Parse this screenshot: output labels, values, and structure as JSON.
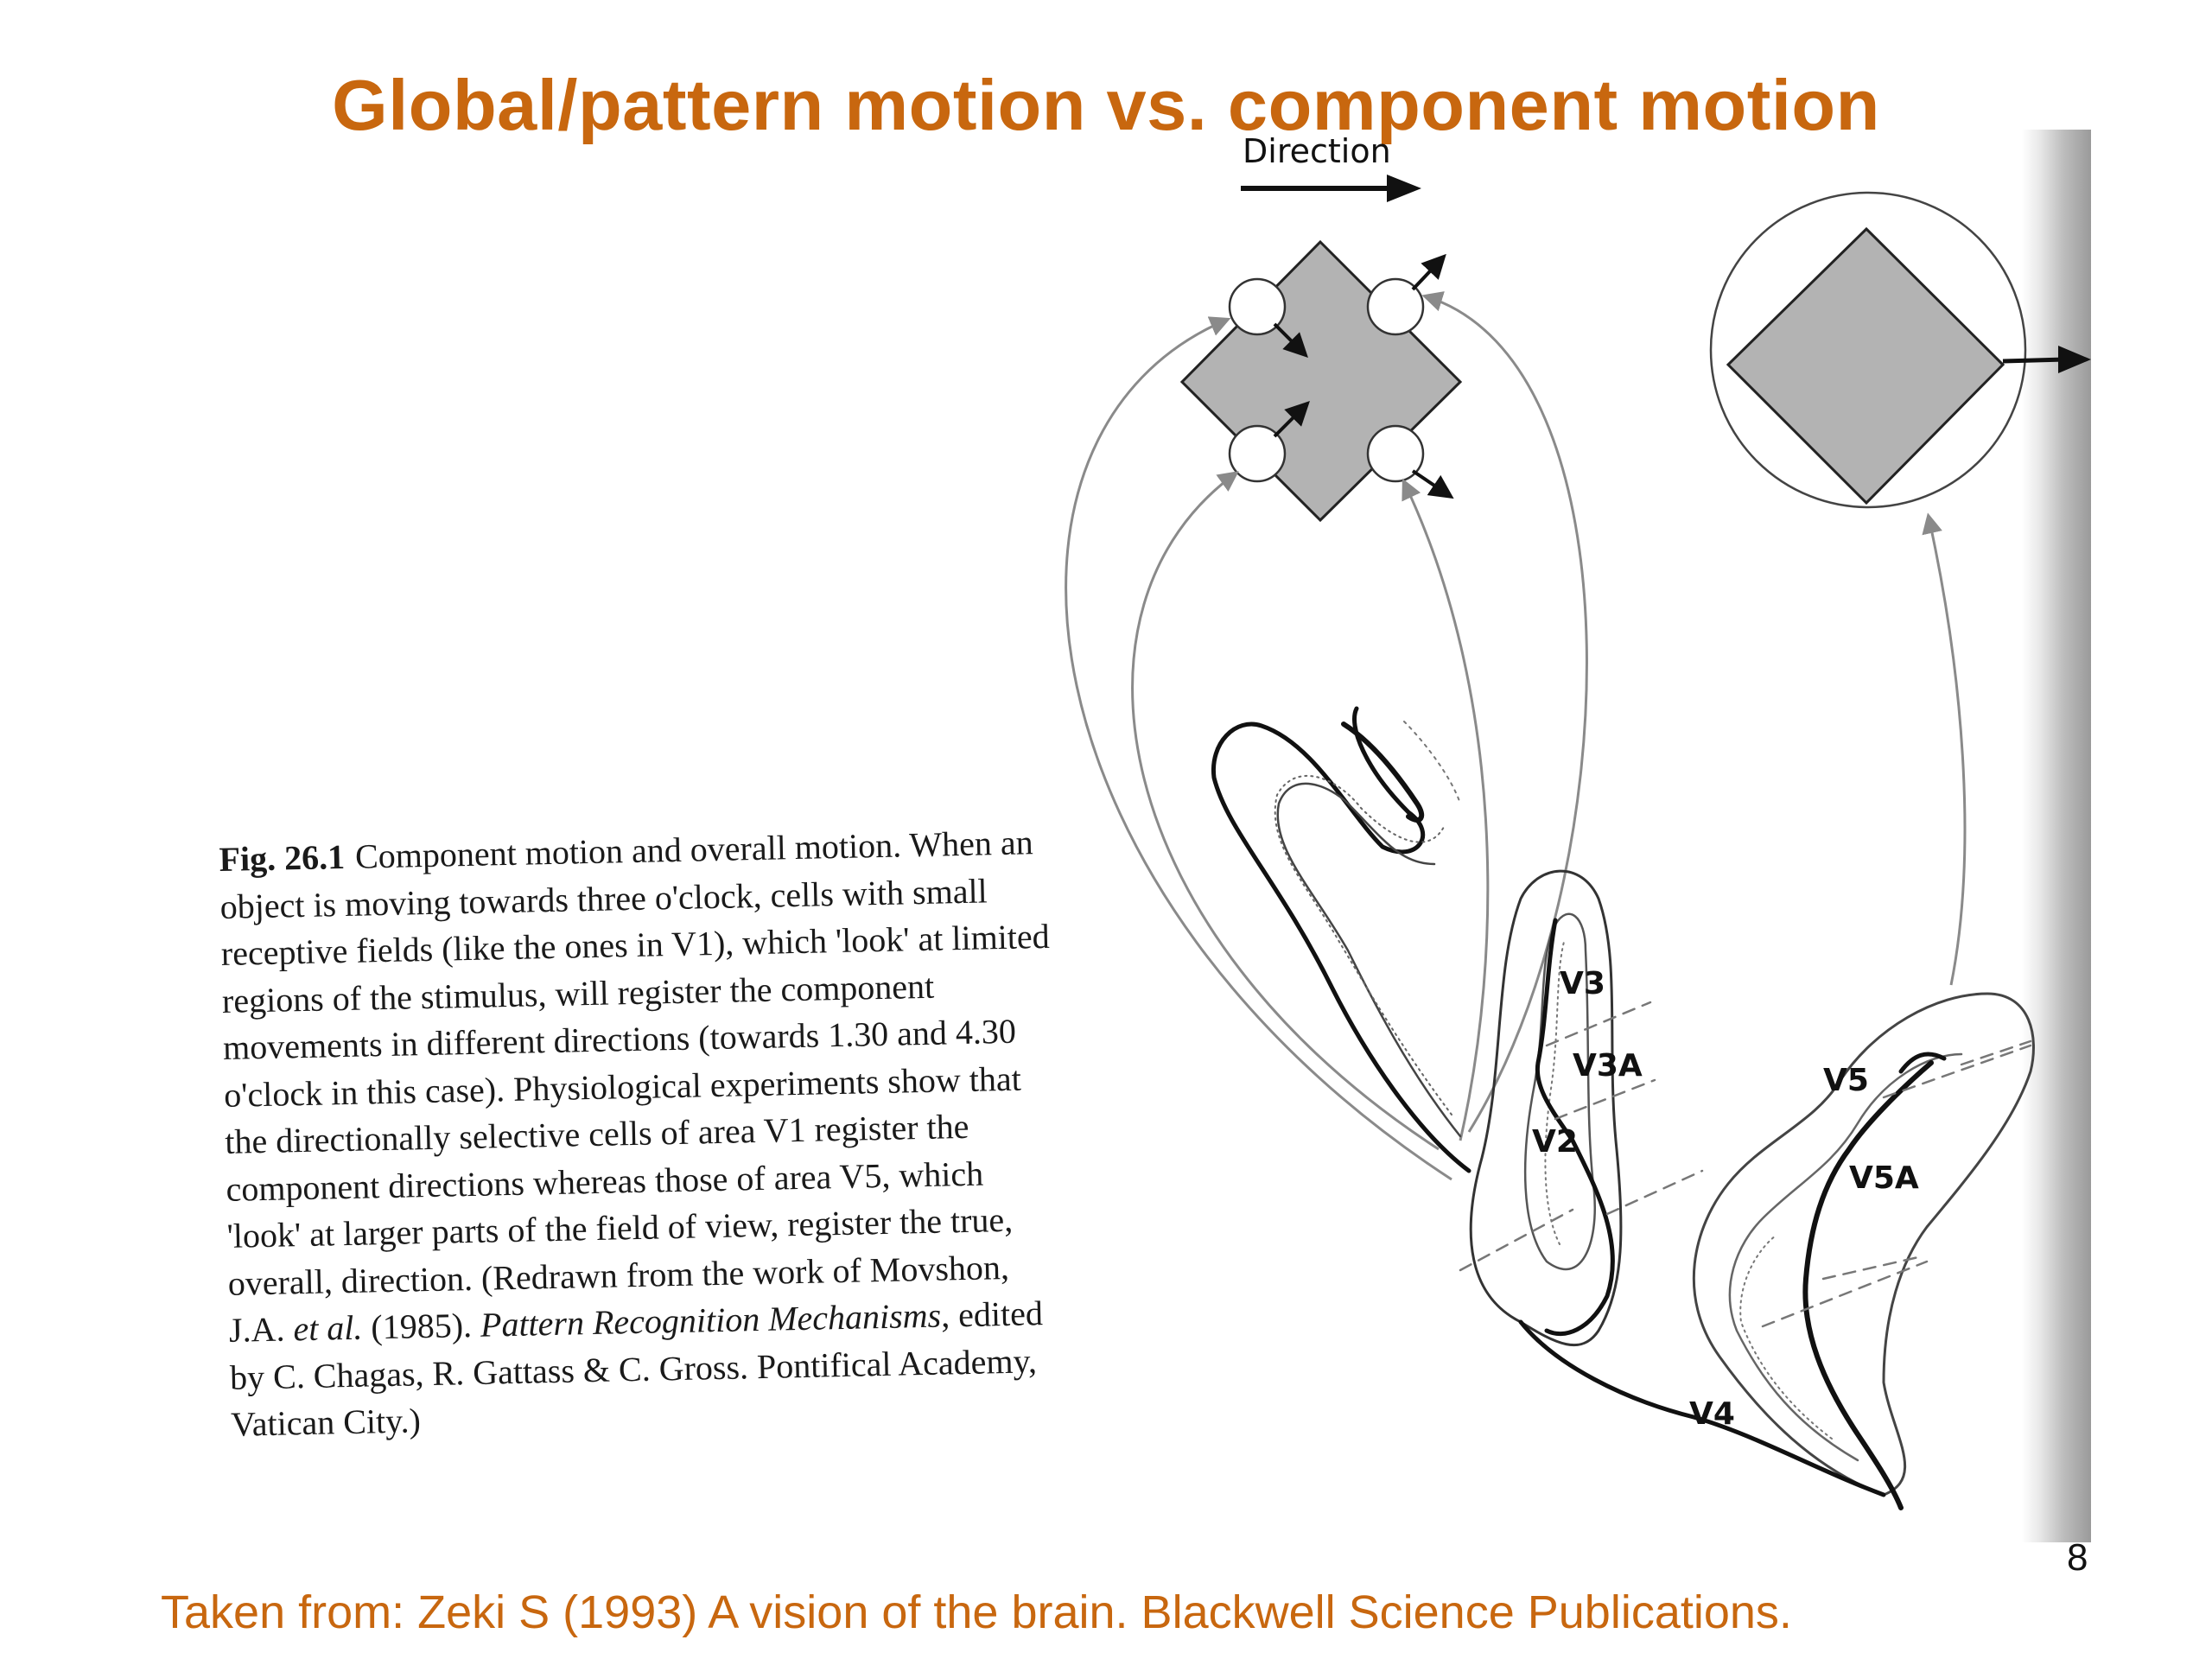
{
  "slide": {
    "title": "Global/pattern motion vs. component motion",
    "page_number": "8",
    "source": "Taken from: Zeki S (1993) A vision of the brain. Blackwell Science Publications."
  },
  "figure": {
    "direction_label": "Direction",
    "caption": {
      "fig_label": "Fig. 26.1",
      "text_part1": "Component motion and overall motion. When an object is moving towards three o'clock, cells with small receptive fields (like the ones in V1), which 'look' at limited regions of the stimulus, will register the component movements in different directions (towards 1.30 and 4.30 o'clock in this case). Physiological experiments show that the directionally selective cells of area V1 register the component directions whereas those of area V5, which 'look' at larger parts of the field of view, register the true, overall, direction. (Redrawn from the work of Movshon, J.A. ",
      "et_al": "et al.",
      "text_part2": " (1985). ",
      "pattern_recognition": "Pattern Recognition Mechanisms",
      "text_part3": ", edited by C. Chagas, R. Gattass & C. Gross. Pontifical Academy, Vatican City.)"
    },
    "area_labels": {
      "v3": "V3",
      "v3a": "V3A",
      "v2": "V2",
      "v4": "V4",
      "v5": "V5",
      "v5a": "V5A"
    }
  },
  "colors": {
    "accent": "#c8670f",
    "diamond_fill": "#b3b3b3",
    "arrow_gray": "#8a8a8a"
  }
}
